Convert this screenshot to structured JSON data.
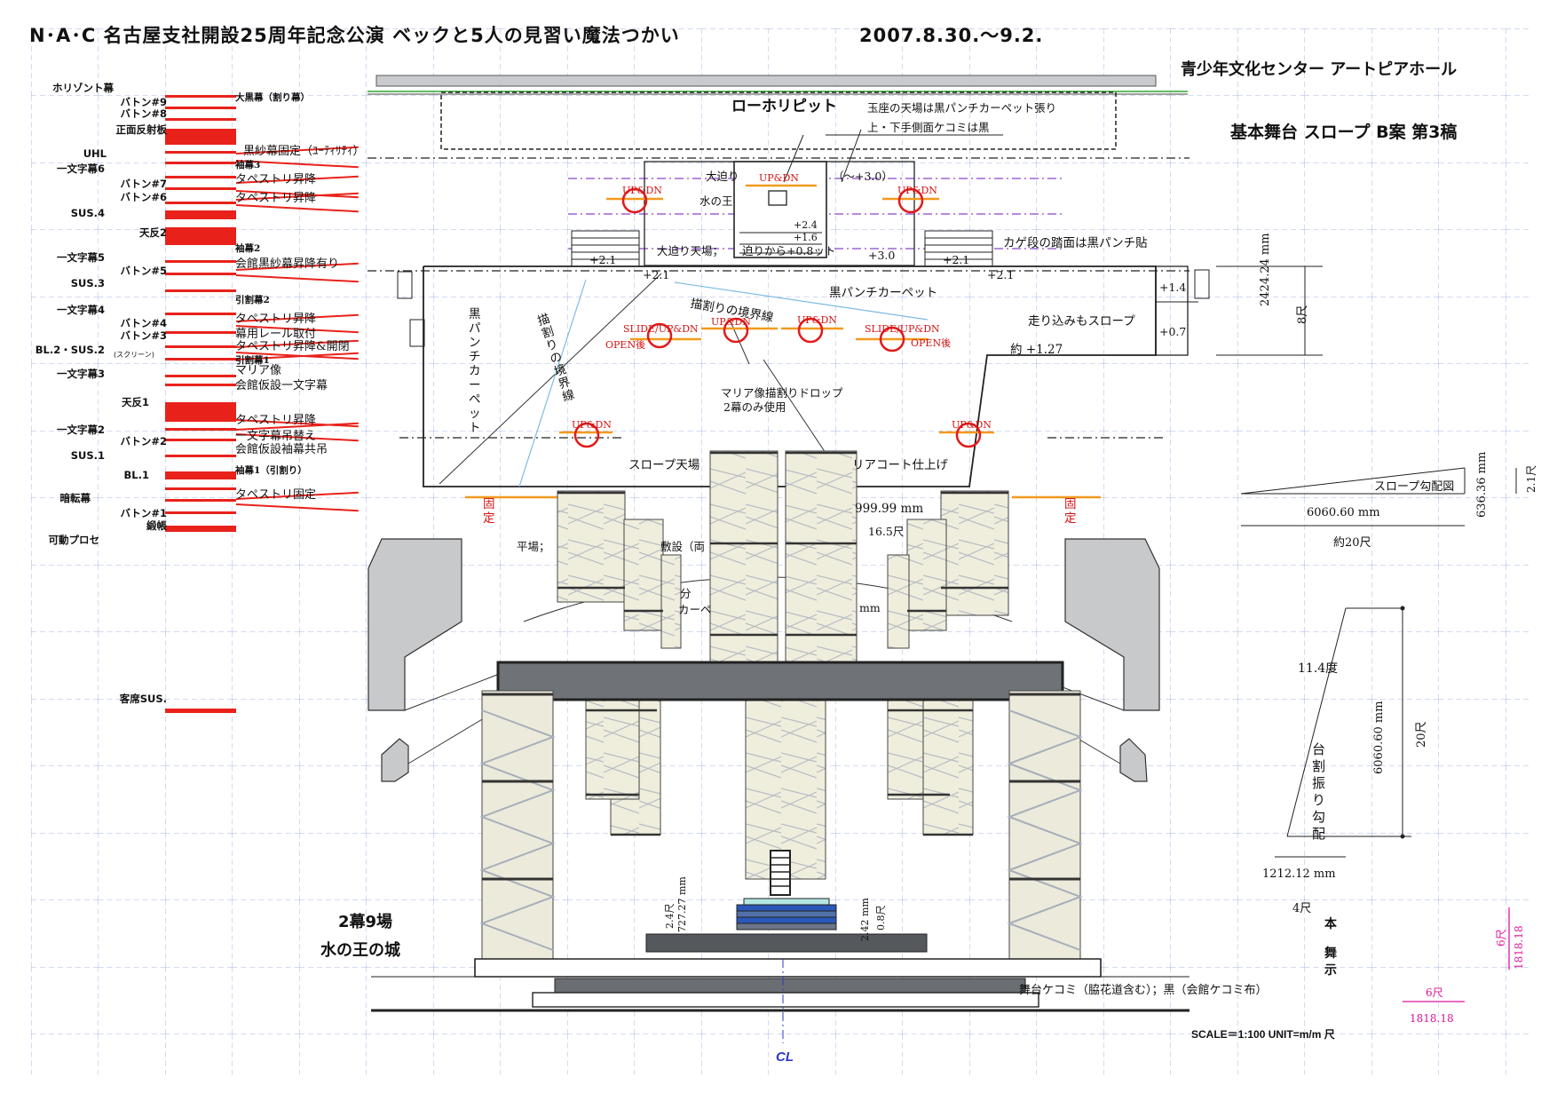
{
  "header": {
    "title": "N･A･C  名古屋支社開設25周年記念公演  ベックと5人の見習い魔法つかい",
    "dates": "2007.8.30.～9.2.",
    "venue": "青少年文化センター  アートピアホール",
    "drawing_title": "基本舞台  スロープ  B案  第3稿"
  },
  "flyline_left_labels": [
    "ホリゾント幕",
    "バトン#9",
    "バトン#8",
    "正面反射板",
    "UHL",
    "一文字幕6",
    "バトン#7",
    "バトン#6",
    "SUS.4",
    "天反2",
    "一文字幕5",
    "バトン#5",
    "SUS.3",
    "一文字幕4",
    "バトン#4",
    "バトン#3",
    "BL.2・SUS.2",
    "(スクリーン)",
    "一文字幕3",
    "天反1",
    "一文字幕2",
    "バトン#2",
    "SUS.1",
    "BL.1",
    "暗転幕",
    "バトン#1",
    "緞帳",
    "可動プロセ",
    "客席SUS."
  ],
  "flyline_right_labels": [
    "大黒幕（割り幕）",
    "黒紗幕固定（ﾕｰﾃｨﾘﾃｨ）",
    "袖幕3",
    "タペストリ昇降",
    "タペストリ昇降",
    "袖幕2",
    "会館黒紗幕昇降有り",
    "引割幕2",
    "タペストリ昇降",
    "幕用レール取付",
    "タペストリ昇降&開閉",
    "引割幕1",
    "マリア像",
    "会館仮設一文字幕",
    "タペストリ昇降",
    "一文字幕吊替え",
    "会館仮設袖幕共吊",
    "袖幕1（引割り）",
    "タペストリ固定"
  ],
  "plan_notes": {
    "lowhori": "ローホリピット",
    "throne_note_1": "玉座の天場は黒パンチカーペット張り",
    "throne_note_2": "上・下手側面ケコミは黒",
    "big_lift": "大迫り",
    "big_lift_suffix": "（～+3.0）",
    "water_king": "水の王",
    "big_lift_top": "大迫り天場；",
    "lift_plus_08": "迫りから+0.8ット",
    "plus_3_0": "+3.0",
    "plus_2_4": "+2.4",
    "plus_1_6": "+1.6",
    "plus_2_1_a": "+2.1",
    "plus_2_1_b": "+2.1",
    "plus_2_1_c": "+2.1",
    "plus_2_1_d": "+2.1",
    "kage_note": "カゲ段の踏面は黒パンチ貼",
    "black_carpet": "黒パンチカーペット",
    "black_carpet_vertical": "黒パンチカーペット",
    "boundary": "描割りの境界線",
    "boundary_vertical": "描割りの境界線",
    "run_slope": "走り込みもスロープ",
    "approx": "約 +1.27",
    "plus_1_4": "+1.4",
    "plus_0_7": "+0.7",
    "maria_drop_1": "マリア像描割りドロップ",
    "maria_drop_2": "2幕のみ使用",
    "slope_top": "スロープ天場",
    "aria_coat": "リアコート仕上げ",
    "fixed_left": "固定",
    "fixed_right": "固定",
    "dim_999": "999.99 mm",
    "dim_165": "16.5尺",
    "flat": "平場；",
    "shiki": "敷設（両",
    "bun": "分",
    "kape": "カーペ",
    "mm_small": "mm",
    "updn": "UP&DN",
    "slide_updn": "SLIDE/UP&DN",
    "open_after": "OPEN後"
  },
  "right_dimensions": {
    "h_2424": "2424.24 mm",
    "h_8shaku": "8尺",
    "slope_diagram": "スロープ勾配図",
    "slope_636": "636.36 mm",
    "slope_21": "2.1尺",
    "slope_6060": "6060.60 mm",
    "slope_20": "約20尺",
    "angle": "11.4度",
    "stage_slope": "台割振り勾配",
    "h_6060": "6060.60 mm",
    "h_20": "20尺",
    "base_1212": "1212.12 mm",
    "base_4": "4尺",
    "hon": "本",
    "gen": "舞",
    "ji": "示",
    "scale_6a": "6尺",
    "scale_1818a": "1818.18",
    "scale_6b": "6尺",
    "scale_1818b": "1818.18"
  },
  "scene": {
    "line1": "2幕9場",
    "line2": "水の王の城"
  },
  "stage_detail": {
    "left_dim_1": "2.4尺",
    "left_dim_2": "727.27 mm",
    "right_dim_1": "2.42 mm",
    "right_dim_2": "0.8尺"
  },
  "footer": {
    "kekomi": "舞台ケコミ（脇花道含む）；黒（会館ケコミ布）",
    "scale": "SCALE＝1:100    UNIT=m/m 尺",
    "cl": "CL"
  },
  "colors": {
    "grid": "#a9b4e6",
    "red": "#e8221b",
    "orange": "#f39a1e",
    "panel": "#efeedd",
    "magenta": "#e0139a",
    "proscenium_gray": "#c8c9cb",
    "beam_gray": "#6f7378"
  }
}
